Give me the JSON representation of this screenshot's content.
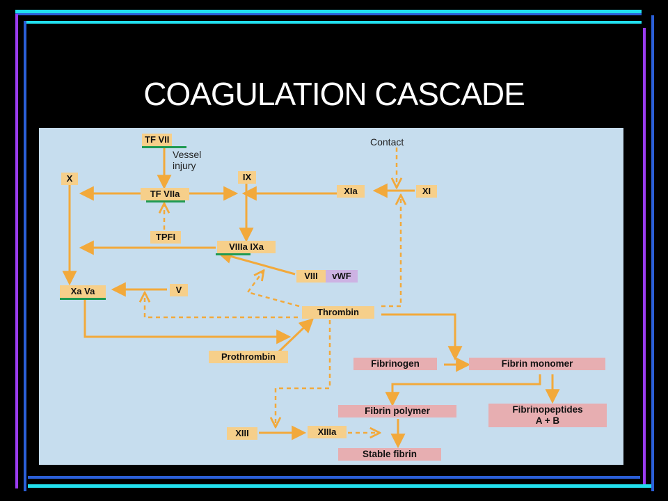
{
  "slide": {
    "title": "COAGULATION CASCADE",
    "colors": {
      "background": "#000000",
      "frame_cyan": "#22e0ee",
      "frame_violet": "#9a3cf0",
      "frame_blue": "#2b5fd8"
    }
  },
  "diagram": {
    "labels": {
      "contact": "Contact",
      "vessel_injury": "Vessel\ninjury"
    },
    "nodes": {
      "tf_vii": "TF VII",
      "x": "X",
      "tf_viia": "TF VIIa",
      "ix": "IX",
      "xia": "XIa",
      "xi": "XI",
      "tpfi": "TPFI",
      "viiia_ixa": "VIIIa IXa",
      "viii": "VIII",
      "vwf": "vWF",
      "xa_va": "Xa Va",
      "v": "V",
      "thrombin": "Thrombin",
      "prothrombin": "Prothrombin",
      "fibrinogen": "Fibrinogen",
      "fibrin_monomer": "Fibrin monomer",
      "fibrin_polymer": "Fibrin polymer",
      "fibrinopeptides": "Fibrinopeptides\nA + B",
      "xiii": "XIII",
      "xiiia": "XIIIa",
      "stable_fibrin": "Stable fibrin"
    },
    "colors": {
      "figure_bg": "#c6ddee",
      "factor_box": "#f6cf8a",
      "fibrin_box": "#e7aeb1",
      "vwf_box": "#cdb2e3",
      "arrow": "#f2a93b",
      "complex_underline": "#1f9a52"
    }
  }
}
